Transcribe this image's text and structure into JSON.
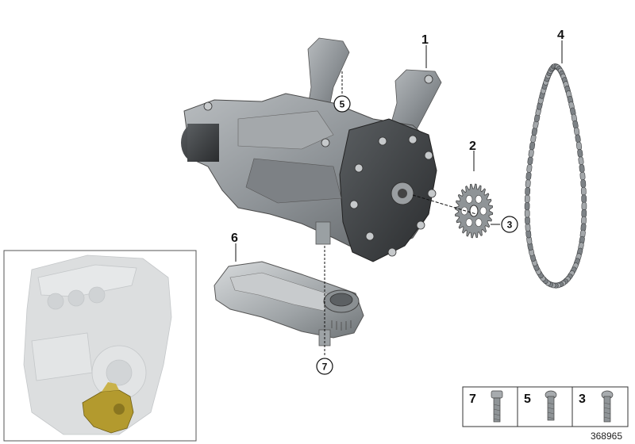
{
  "callouts": {
    "c1": "1",
    "c2": "2",
    "c3": "3",
    "c4": "4",
    "c5": "5",
    "c6": "6",
    "c7": "7"
  },
  "fastener_box": {
    "items": [
      {
        "label": "7",
        "icon": "hex-head-bolt-icon"
      },
      {
        "label": "5",
        "icon": "torx-bolt-icon"
      },
      {
        "label": "3",
        "icon": "torx-bolt-icon"
      }
    ]
  },
  "document_number": "368965",
  "colors": {
    "part_gray": "#8d9296",
    "part_dark": "#3f4245",
    "highlight_gold": "#b39a2e",
    "engine_ghost": "#d9dbdc",
    "frame": "#555555"
  }
}
